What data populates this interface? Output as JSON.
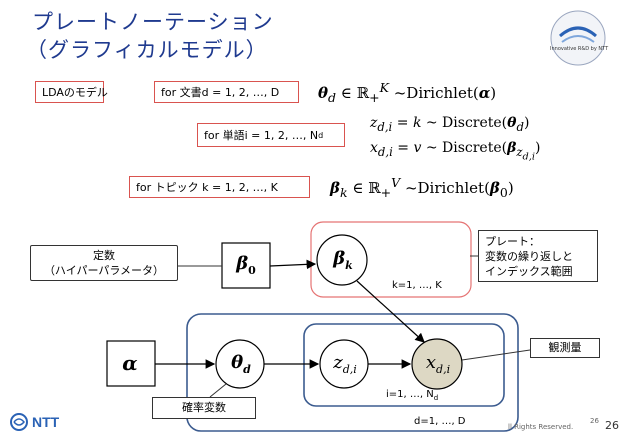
{
  "slide": {
    "title_line1": "プレートノーテーション",
    "title_line2": "（グラフィカルモデル）",
    "badge": "LDAのモデル",
    "page_number_small": "26",
    "page_number": "26",
    "copyright": "ll Rights Reserved."
  },
  "logo_top": {
    "caption": "Innovative R&D by NTT"
  },
  "logo_bottom": {
    "text": "NTT"
  },
  "loops": {
    "doc": "for 文書d = 1, 2, …, D",
    "word": "for 単語i = 1, 2, …, N",
    "word_sub": "d",
    "topic": "for トピック k = 1, 2, …, K"
  },
  "equations": {
    "theta": "θ_d ∈ ℝ₊^K ~Dirichlet(α)",
    "z": "z_{d,i} = k ~ Discrete(θ_d)",
    "x": "x_{d,i} = v ~ Discrete(β_{z_{d,i}})",
    "beta": "β_k ∈ ℝ₊^V ~Dirichlet(β_0)"
  },
  "nodes": {
    "alpha": "α",
    "beta0": "β",
    "beta0_sub": "0",
    "betak": "β",
    "betak_sub": "k",
    "theta": "θ",
    "theta_sub": "d",
    "z": "z",
    "z_sub": "d,i",
    "x": "x",
    "x_sub": "d,i"
  },
  "plates": {
    "topic": "k=1, …, K",
    "word": "i=1, …, N",
    "word_sub": "d",
    "doc": "d=1, …, D"
  },
  "callouts": {
    "constant_line1": "定数",
    "constant_line2": "（ハイパーパラメータ）",
    "plate_line1": "プレート：",
    "plate_line2": "変数の繰り返しと",
    "plate_line3": "インデックス範囲",
    "observed": "観測量",
    "random": "確率変数"
  },
  "colors": {
    "title": "#1f3a8f",
    "loop_border": "#d9534f",
    "topic_plate": "#e57373",
    "doc_plate": "#3b5b8f",
    "observed_fill": "#ddd8c4"
  }
}
